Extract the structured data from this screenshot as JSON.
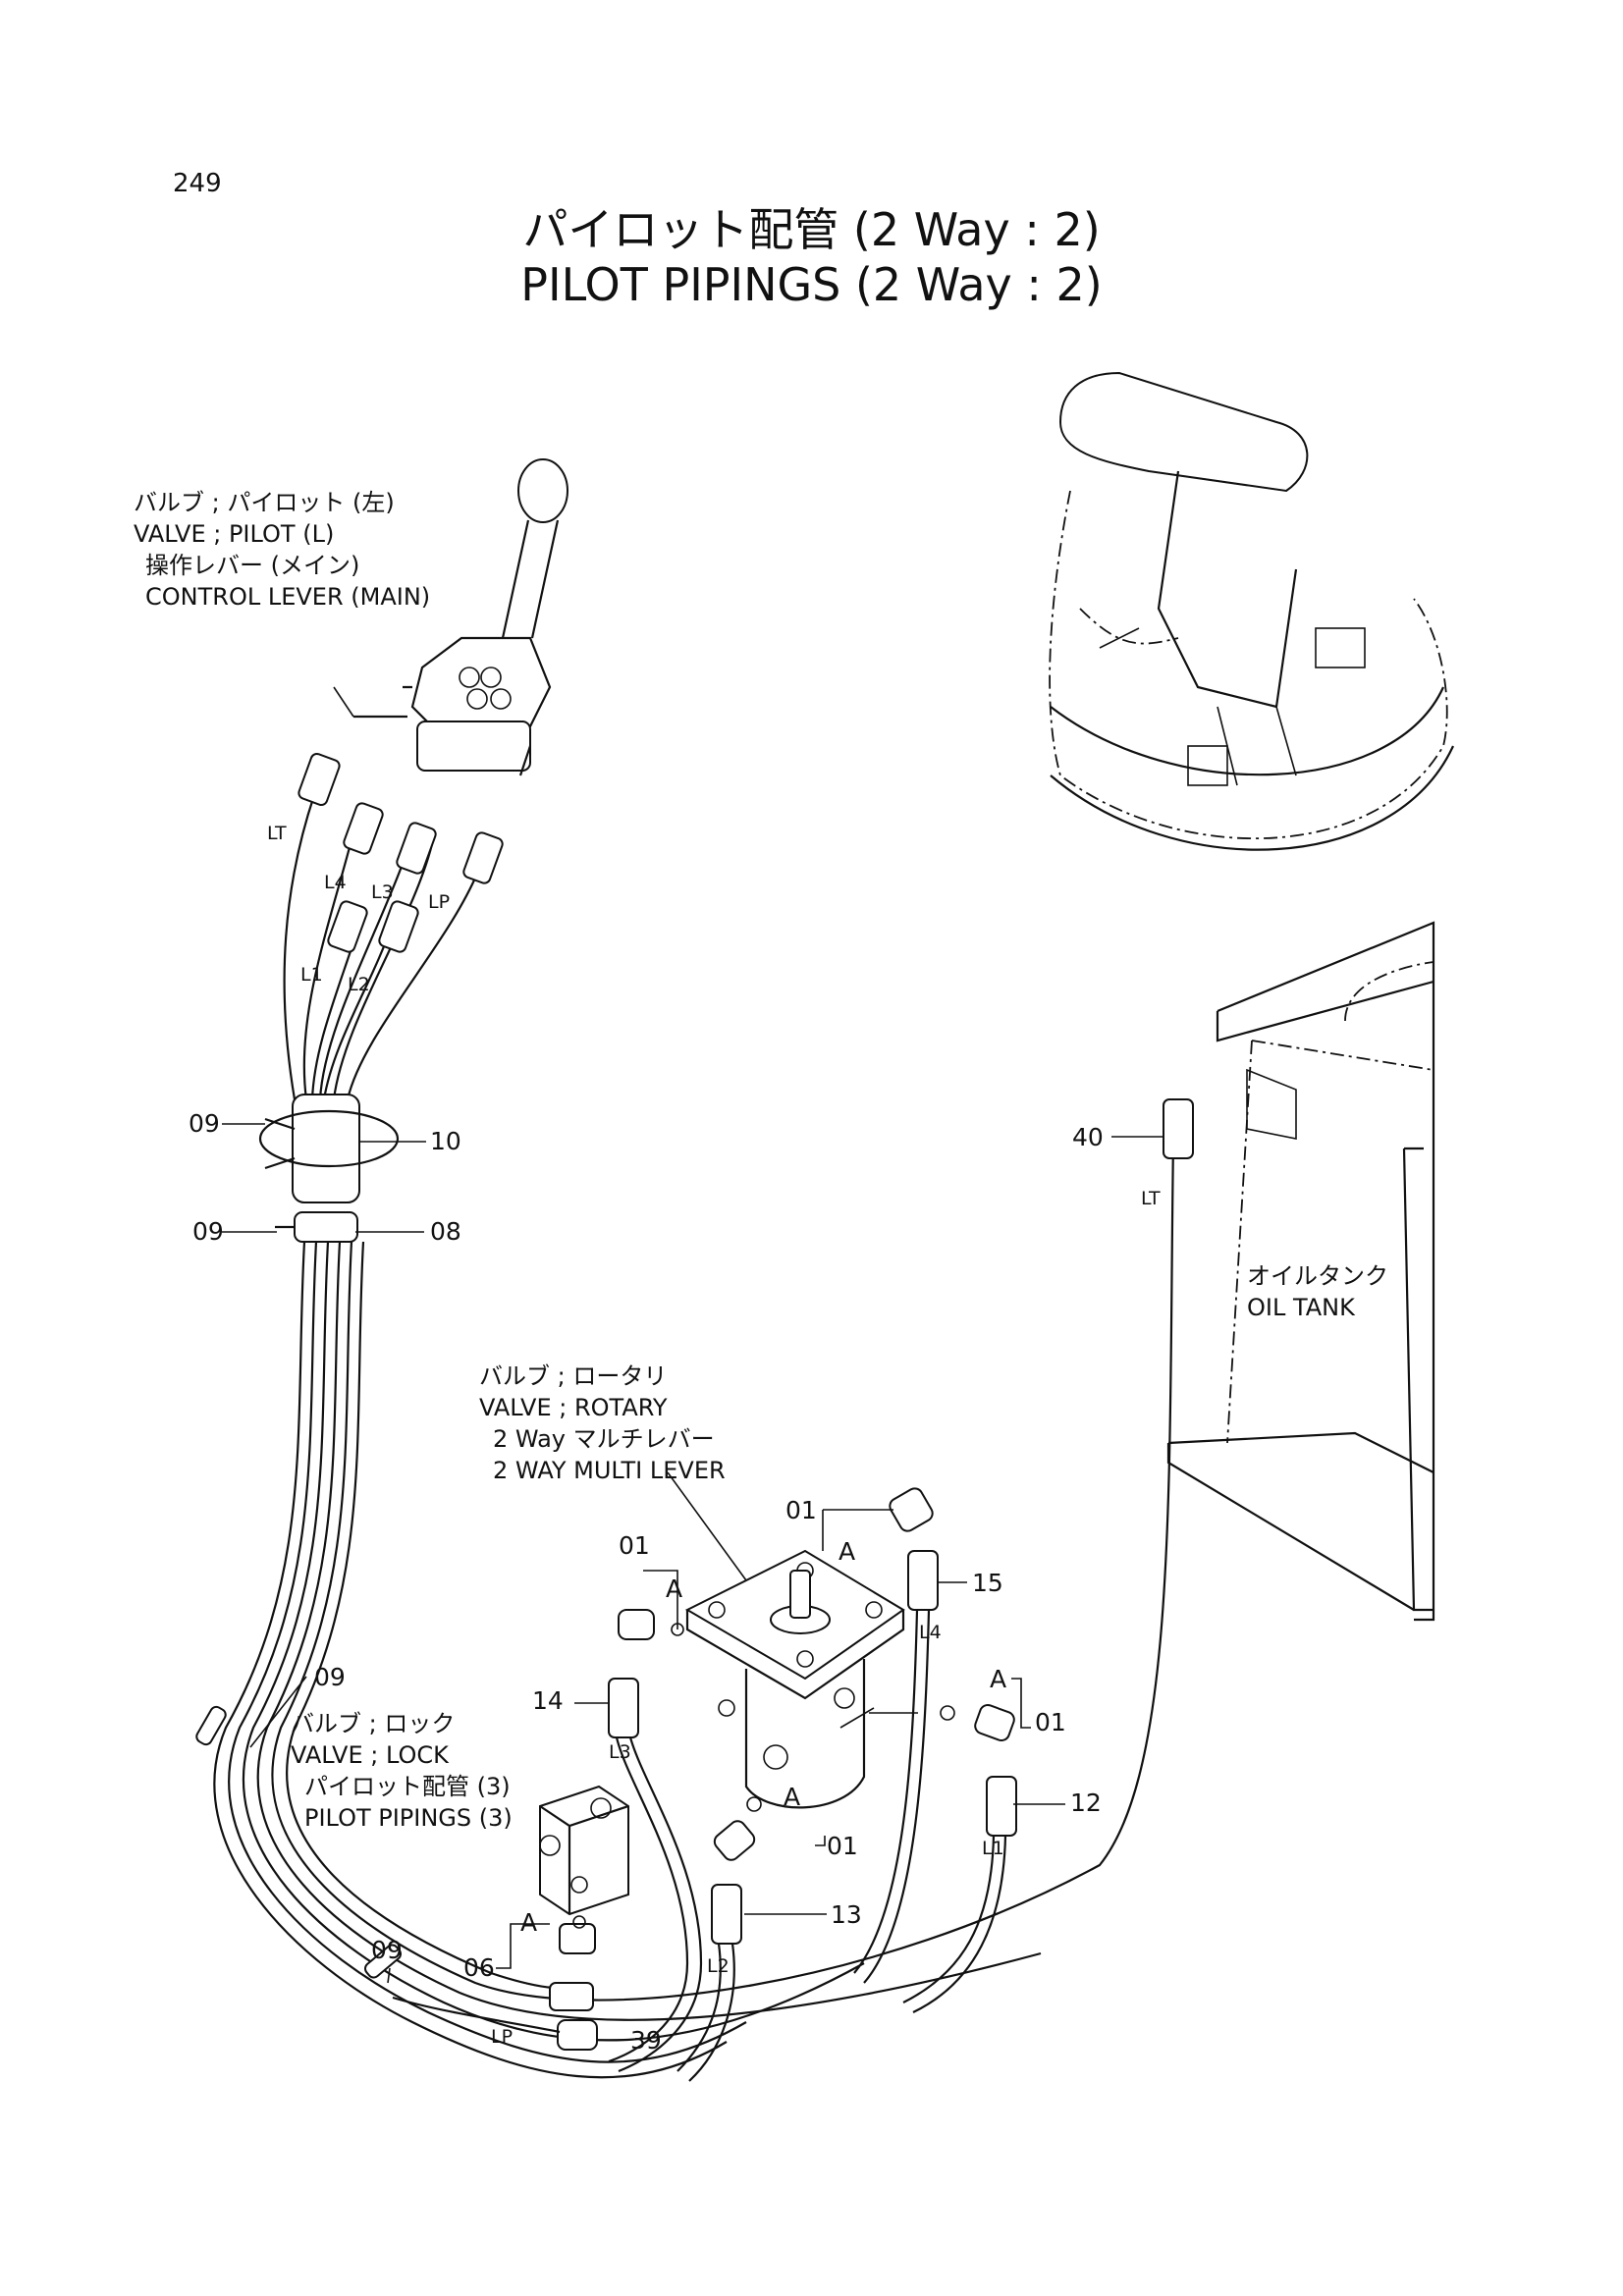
{
  "page_number": "249",
  "title_jp": "パイロット配管 (2 Way : 2)",
  "title_en": "PILOT PIPINGS (2 Way : 2)",
  "labels": {
    "valve_pilot": {
      "jp": "バルブ ; パイロット (左)",
      "en": "VALVE ; PILOT (L)",
      "sub_jp": "操作レバー (メイン)",
      "sub_en": "CONTROL LEVER (MAIN)"
    },
    "valve_rotary": {
      "jp": "バルブ ; ロータリ",
      "en": "VALVE ; ROTARY",
      "sub_jp": "2 Way マルチレバー",
      "sub_en": "2 WAY MULTI LEVER"
    },
    "valve_lock": {
      "jp": "バルブ ; ロック",
      "en": "VALVE ; LOCK",
      "sub_jp": "パイロット配管 (3)",
      "sub_en": "PILOT PIPINGS (3)"
    },
    "oil_tank": {
      "jp": "オイルタンク",
      "en": "OIL TANK"
    }
  },
  "callouts": {
    "c09_top": "09",
    "c10": "10",
    "c09_mid": "09",
    "c08": "08",
    "c40": "40",
    "c01_top": "01",
    "c01_left": "01",
    "c15": "15",
    "c14": "14",
    "c09_lower": "09",
    "c01_right": "01",
    "c12": "12",
    "c01_bottom": "01",
    "c13": "13",
    "c06": "06",
    "c09_bottom": "09",
    "c39": "39"
  },
  "hose_tags": {
    "lt_top": "LT",
    "l4_top": "L4",
    "l3_top": "L3",
    "lp_top": "LP",
    "l1_top": "L1",
    "l2_top": "L2",
    "lt_right": "LT",
    "l4_rot": "L4",
    "l3_rot": "L3",
    "l1_rot": "L1",
    "l2_rot": "L2",
    "lp_bottom": "LP"
  },
  "detail_a": {
    "a1": "A",
    "a2": "A",
    "a3": "A",
    "a4": "A",
    "a5": "A"
  }
}
